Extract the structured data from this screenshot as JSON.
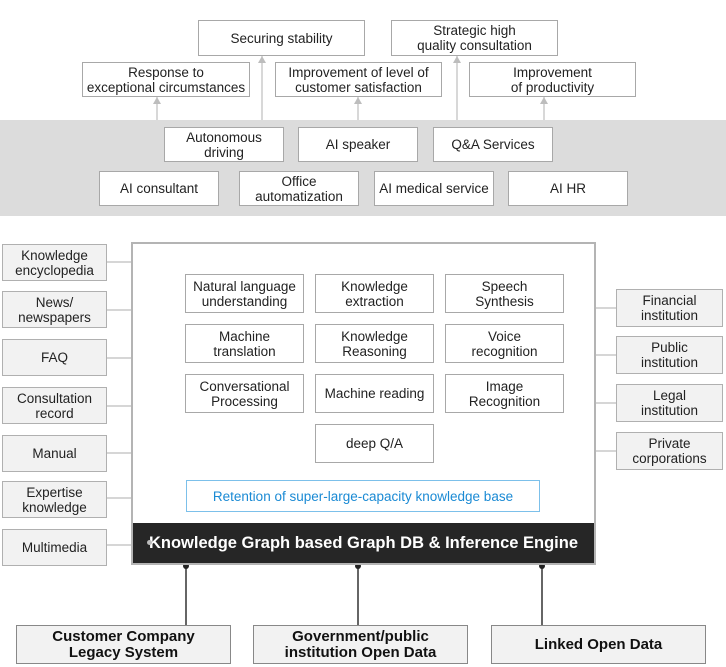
{
  "outcomes": [
    {
      "id": "securing-stability",
      "label": "Securing stability"
    },
    {
      "id": "strategic-consultation",
      "label": "Strategic high\nquality consultation"
    },
    {
      "id": "exceptional-circumstances",
      "label": "Response to\nexceptional circumstances"
    },
    {
      "id": "customer-satisfaction",
      "label": "Improvement of level of\ncustomer satisfaction"
    },
    {
      "id": "productivity",
      "label": "Improvement\nof productivity"
    }
  ],
  "services": [
    {
      "id": "autonomous-driving",
      "label": "Autonomous\ndriving"
    },
    {
      "id": "ai-speaker",
      "label": "AI speaker"
    },
    {
      "id": "qa-services",
      "label": "Q&A Services"
    },
    {
      "id": "ai-consultant",
      "label": "AI consultant"
    },
    {
      "id": "office-automatization",
      "label": "Office\nautomatization"
    },
    {
      "id": "ai-medical-service",
      "label": "AI medical service"
    },
    {
      "id": "ai-hr",
      "label": "AI HR"
    }
  ],
  "data_sources": [
    {
      "id": "knowledge-encyclopedia",
      "label": "Knowledge\nencyclopedia"
    },
    {
      "id": "news-newspapers",
      "label": "News/\nnewspapers"
    },
    {
      "id": "faq",
      "label": "FAQ"
    },
    {
      "id": "consultation-record",
      "label": "Consultation\nrecord"
    },
    {
      "id": "manual",
      "label": "Manual"
    },
    {
      "id": "expertise-knowledge",
      "label": "Expertise\nknowledge"
    },
    {
      "id": "multimedia",
      "label": "Multimedia"
    }
  ],
  "capabilities": [
    {
      "id": "nlu",
      "label": "Natural language\nunderstanding"
    },
    {
      "id": "knowledge-extraction",
      "label": "Knowledge\nextraction"
    },
    {
      "id": "speech-synthesis",
      "label": "Speech\nSynthesis"
    },
    {
      "id": "machine-translation",
      "label": "Machine\ntranslation"
    },
    {
      "id": "knowledge-reasoning",
      "label": "Knowledge\nReasoning"
    },
    {
      "id": "voice-recognition",
      "label": "Voice\nrecognition"
    },
    {
      "id": "conversational-processing",
      "label": "Conversational\nProcessing"
    },
    {
      "id": "machine-reading",
      "label": "Machine reading"
    },
    {
      "id": "image-recognition",
      "label": "Image\nRecognition"
    },
    {
      "id": "deep-qa",
      "label": "deep Q/A"
    }
  ],
  "knowledge_base": "Retention of super-large-capacity knowledge base",
  "engine": "Knowledge Graph based Graph DB & Inference Engine",
  "customers": [
    {
      "id": "financial-institution",
      "label": "Financial\ninstitution"
    },
    {
      "id": "public-institution",
      "label": "Public\ninstitution"
    },
    {
      "id": "legal-institution",
      "label": "Legal\ninstitution"
    },
    {
      "id": "private-corporations",
      "label": "Private\ncorporations"
    }
  ],
  "inputs": [
    {
      "id": "customer-legacy",
      "label": "Customer Company\nLegacy System"
    },
    {
      "id": "government-open-data",
      "label": "Government/public\ninstitution Open Data"
    },
    {
      "id": "linked-open-data",
      "label": "Linked Open Data"
    }
  ],
  "colors": {
    "band": "#dcdcdc",
    "engine": "#262626",
    "kb_border": "#7cc0ea",
    "kb_text": "#1a8ad4",
    "box_border": "#a8a8a8"
  }
}
